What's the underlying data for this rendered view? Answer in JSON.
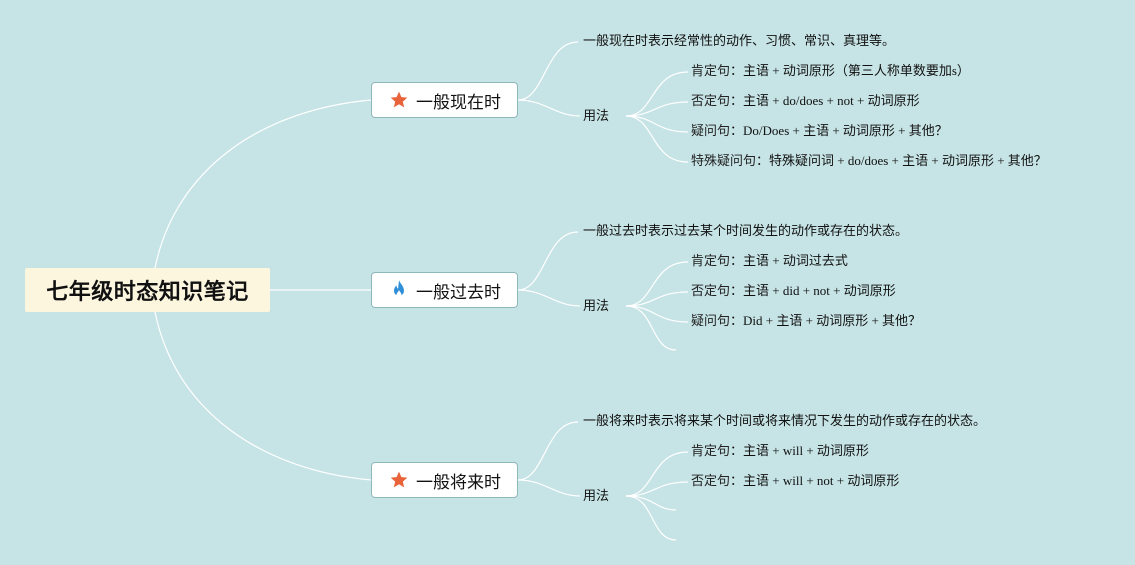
{
  "root": {
    "title": "七年级时态知识笔记"
  },
  "branches": [
    {
      "title": "一般现在时",
      "icon": "star-icon",
      "definition": "一般现在时表示经常性的动作、习惯、常识、真理等。",
      "usage_label": "用法",
      "rules": [
        {
          "label": "肯定句",
          "sep": "：",
          "text": "主语 + 动词原形（第三人称单数要加s）"
        },
        {
          "label": "否定句",
          "sep": "：",
          "text": "主语 + do/does + not + 动词原形"
        },
        {
          "label": "疑问句",
          "sep": "：",
          "text": "Do/Does + 主语 + 动词原形 + 其他？"
        },
        {
          "label": "特殊疑问句",
          "sep": "：",
          "text": "特殊疑问词 + do/does + 主语 + 动词原形 + 其他？"
        }
      ]
    },
    {
      "title": "一般过去时",
      "icon": "flame-icon",
      "definition": "一般过去时表示过去某个时间发生的动作或存在的状态。",
      "usage_label": "用法",
      "rules": [
        {
          "label": "肯定句",
          "sep": "：",
          "text": "主语 + 动词过去式"
        },
        {
          "label": "否定句",
          "sep": "：",
          "text": "主语 + did + not + 动词原形"
        },
        {
          "label": "疑问句",
          "sep": "：",
          "text": "Did + 主语 + 动词原形 + 其他？"
        }
      ]
    },
    {
      "title": "一般将来时",
      "icon": "star-icon",
      "definition": "一般将来时表示将来某个时间或将来情况下发生的动作或存在的状态。",
      "usage_label": "用法",
      "rules": [
        {
          "label": "肯定句",
          "sep": "：",
          "text": "主语 + will + 动词原形"
        },
        {
          "label": "否定句",
          "sep": "：",
          "text": "主语 + will + not + 动词原形"
        }
      ]
    }
  ],
  "colors": {
    "background": "#c6e3e5",
    "root_fill": "#fdf6df",
    "link": "#ffffff",
    "star": "#e8623a",
    "flame": "#2f8fd8"
  }
}
